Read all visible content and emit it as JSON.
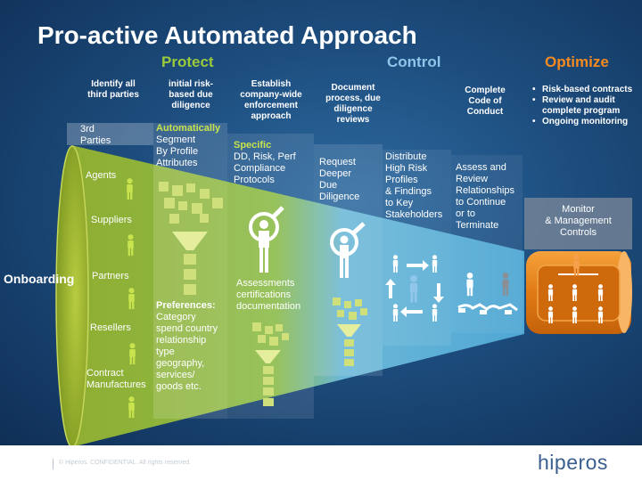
{
  "title": "Pro-active Automated Approach",
  "phases": {
    "protect": "Protect",
    "control": "Control",
    "optimize": "Optimize"
  },
  "colors": {
    "protect": "#9bc93c",
    "control": "#8fc6ea",
    "optimize": "#f58a1f",
    "background": "#1d4d7e"
  },
  "steps": {
    "identify": [
      "Identify all",
      "third parties"
    ],
    "initial": [
      "initial risk-",
      "based due",
      "diligence"
    ],
    "establish": [
      "Establish",
      "company-wide",
      "enforcement",
      "approach"
    ],
    "document": [
      "Document",
      "process, due",
      "diligence",
      "reviews"
    ],
    "code": [
      "Complete",
      "Code of",
      "Conduct"
    ]
  },
  "optimize_items": [
    "Risk-based contracts",
    "Review and audit complete program",
    "Ongoing monitoring"
  ],
  "funnel": {
    "parties_header": [
      "3rd",
      "Parties"
    ],
    "onboarding": "Onboarding",
    "party_types": [
      "Agents",
      "Suppliers",
      "Partners",
      "Resellers",
      "Contract",
      "Manufactures"
    ],
    "segment": {
      "head": "Automatically",
      "lines": [
        "Segment",
        "By Profile",
        "Attributes"
      ]
    },
    "preferences": {
      "head": "Preferences:",
      "lines": [
        "Category",
        "spend country",
        "relationship",
        "type",
        "geography,",
        "services/",
        "goods etc."
      ]
    },
    "specific": {
      "head": "Specific",
      "lines": [
        "DD, Risk, Perf",
        "Compliance",
        "Protocols"
      ]
    },
    "assessments": [
      "Assessments",
      "certifications",
      "documentation"
    ],
    "request": [
      "Request",
      "Deeper",
      "Due",
      "Diligence"
    ],
    "distribute": [
      "Distribute",
      "High Risk",
      "Profiles",
      "& Findings",
      "to Key",
      "Stakeholders"
    ],
    "assess": [
      "Assess and",
      "Review",
      "Relationships",
      "to Continue",
      "or to",
      "Terminate"
    ],
    "monitor": [
      "Monitor",
      "& Management",
      "Controls"
    ]
  },
  "icons": [
    "person-icon",
    "squares-cluster-icon",
    "filter-funnel-icon",
    "search-person-icon",
    "cycle-arrow-icon",
    "handshake-icon",
    "monitor-board-icon"
  ],
  "footer": {
    "text": "© Hiperos. CONFIDENTIAL. All rights reserved.",
    "logo": "hiperos"
  }
}
